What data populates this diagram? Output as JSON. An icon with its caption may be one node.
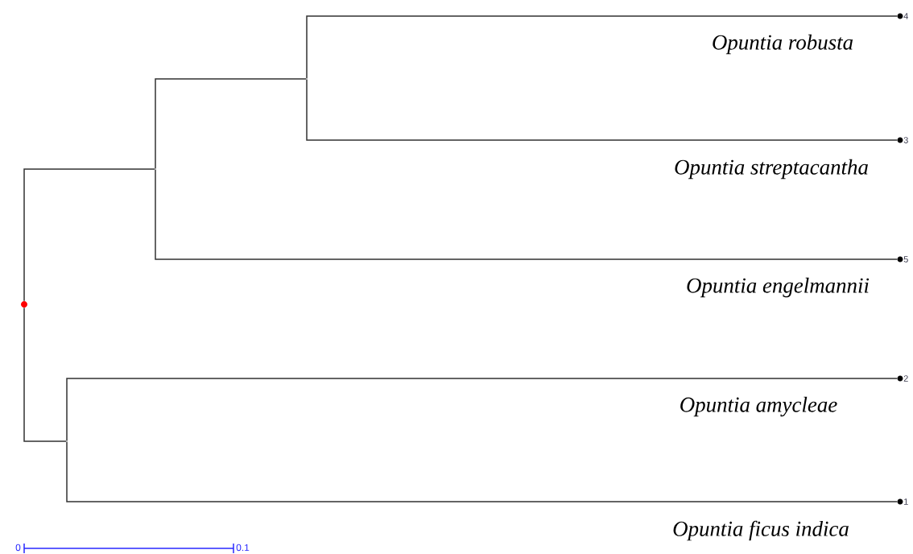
{
  "diagram": {
    "nodes": [
      {
        "text": [],
        "shape": "circle"
      },
      {
        "text": [],
        "shape": "point"
      },
      {
        "text": [],
        "shape": "point"
      },
      {
        "text": [
          "4"
        ],
        "beside": [
          "Opuntia robusta"
        ]
      },
      {
        "text": [
          "3"
        ],
        "beside": [
          "Opuntia streptacantha"
        ]
      },
      {
        "text": [
          "5"
        ],
        "beside": [
          "Opuntia engelmannii"
        ]
      },
      {
        "text": [],
        "shape": "point"
      },
      {
        "text": [
          "2"
        ],
        "beside": [
          "Opuntia amycleae"
        ]
      },
      {
        "text": [
          "1"
        ],
        "beside": [
          "Opuntia ficus indica"
        ]
      }
    ],
    "edges": [
      {
        "from": 0,
        "to": 1,
        "arrow": "none"
      },
      {
        "from": 0,
        "to": 6,
        "arrow": "none"
      },
      {
        "from": 1,
        "to": 2,
        "arrow": "none"
      },
      {
        "from": 1,
        "to": 5,
        "arrow": "none"
      },
      {
        "from": 2,
        "to": 3,
        "arrow": "none"
      },
      {
        "from": 2,
        "to": 4,
        "arrow": "none"
      },
      {
        "from": 6,
        "to": 7,
        "arrow": "none"
      },
      {
        "from": 6,
        "to": 8,
        "arrow": "none"
      }
    ],
    "labels": [
      "0",
      "0.1"
    ]
  }
}
